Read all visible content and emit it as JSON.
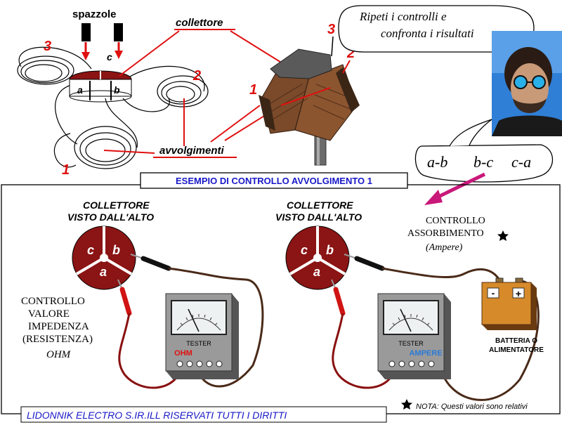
{
  "top": {
    "brushes_label": "spazzole",
    "commutator_label": "collettore",
    "windings_label": "avvolgimenti",
    "segment_a": "a",
    "segment_b": "b",
    "segment_c": "c",
    "winding_1": "1",
    "winding_2": "2",
    "winding_3": "3"
  },
  "speech": {
    "line1": "Ripeti i controlli e",
    "line2": "confronta i risultati"
  },
  "pairs": [
    "a-b",
    "b-c",
    "c-a"
  ],
  "example": {
    "title": "ESEMPIO DI CONTROLLO AVVOLGIMENTO 1"
  },
  "left_panel": {
    "title_line1": "COLLETTORE",
    "title_line2": "VISTO DALL'ALTO",
    "seg_c": "c",
    "seg_b": "b",
    "seg_a": "a",
    "desc_line1": "CONTROLLO",
    "desc_line2": "VALORE",
    "desc_line3": "IMPEDENZA",
    "desc_line4": "(RESISTENZA)",
    "desc_line5": "OHM",
    "tester_label": "TESTER",
    "tester_mode": "OHM"
  },
  "right_panel": {
    "title_line1": "COLLETTORE",
    "title_line2": "VISTO DALL'ALTO",
    "seg_c": "c",
    "seg_b": "b",
    "seg_a": "a",
    "desc_line1": "CONTROLLO",
    "desc_line2": "ASSORBIMENTO",
    "desc_line3": "(Ampere)",
    "tester_label": "TESTER",
    "tester_mode": "AMPERE",
    "battery_line1": "BATTERIA O",
    "battery_line2": "ALIMENTATORE",
    "battery_minus": "-",
    "battery_plus": "+"
  },
  "footer": {
    "copyright": "LIDONNIK ELECTRO S.IR.ILL RISERVATI TUTTI I DIRITTI",
    "note": "NOTA: Questi valori sono relativi"
  },
  "colors": {
    "red": "#e01010",
    "dark_red": "#8b1414",
    "blue": "#1818c8",
    "magenta": "#c8187a",
    "brown_wire": "#4a2a18",
    "dark_red_wire": "#8a1010"
  }
}
